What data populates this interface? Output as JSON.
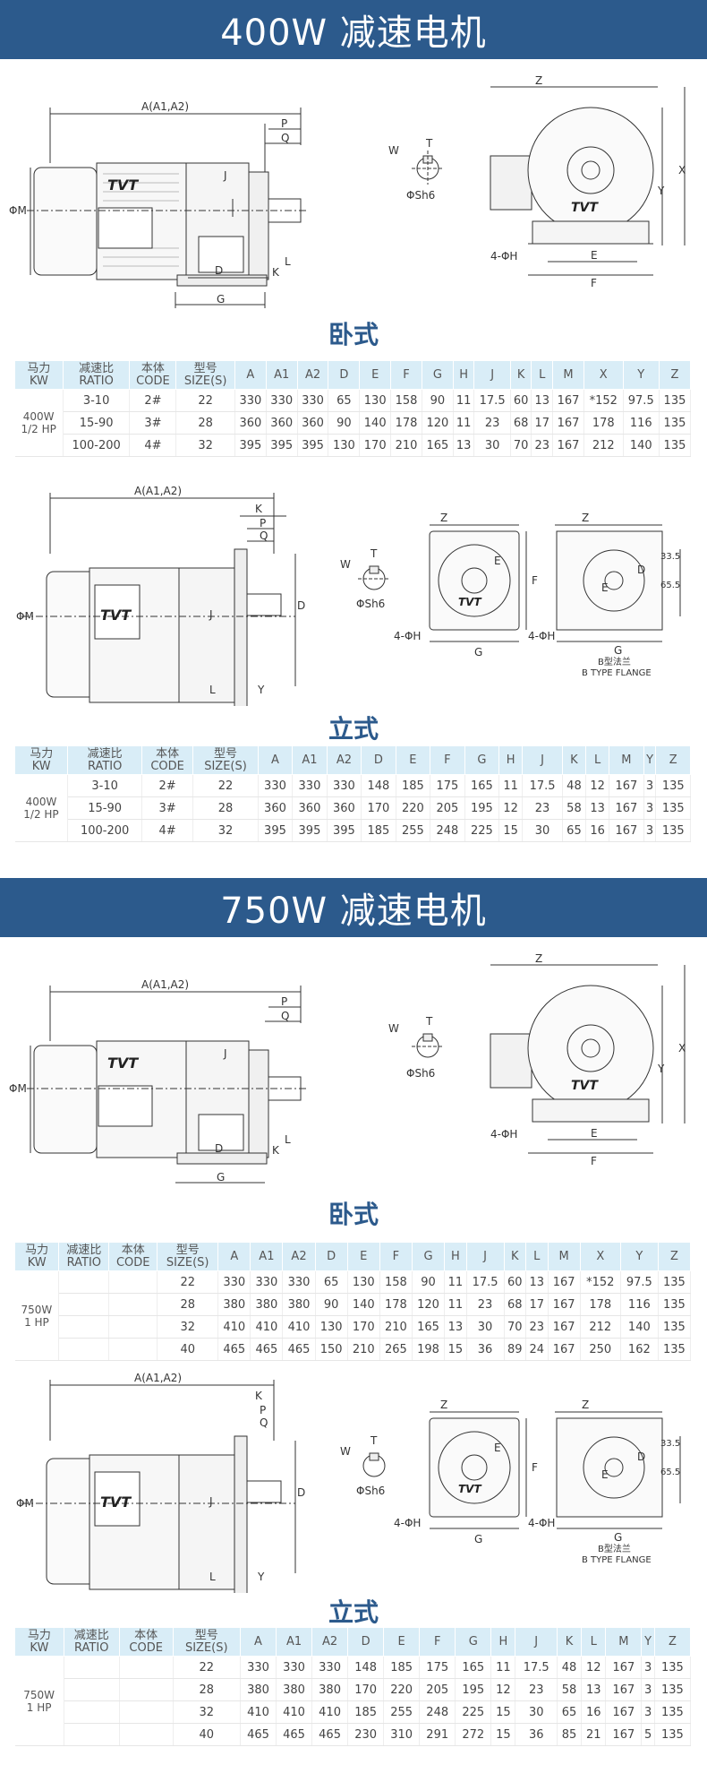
{
  "section1": {
    "title": "400W 减速电机",
    "horizontal": {
      "subtitle": "卧式",
      "headers": [
        "马力\nKW",
        "减速比\nRATIO",
        "本体\nCODE",
        "型号\nSIZE(S)",
        "A",
        "A1",
        "A2",
        "D",
        "E",
        "F",
        "G",
        "H",
        "J",
        "K",
        "L",
        "M",
        "X",
        "Y",
        "Z"
      ],
      "kw": "400W\n1/2 HP",
      "rows": [
        [
          "3-10",
          "2#",
          "22",
          "330",
          "330",
          "330",
          "65",
          "130",
          "158",
          "90",
          "11",
          "17.5",
          "60",
          "13",
          "167",
          "*152",
          "97.5",
          "135"
        ],
        [
          "15-90",
          "3#",
          "28",
          "360",
          "360",
          "360",
          "90",
          "140",
          "178",
          "120",
          "11",
          "23",
          "68",
          "17",
          "167",
          "178",
          "116",
          "135"
        ],
        [
          "100-200",
          "4#",
          "32",
          "395",
          "395",
          "395",
          "130",
          "170",
          "210",
          "165",
          "13",
          "30",
          "70",
          "23",
          "167",
          "212",
          "140",
          "135"
        ]
      ]
    },
    "vertical": {
      "subtitle": "立式",
      "headers": [
        "马力\nKW",
        "减速比\nRATIO",
        "本体\nCODE",
        "型号\nSIZE(S)",
        "A",
        "A1",
        "A2",
        "D",
        "E",
        "F",
        "G",
        "H",
        "J",
        "K",
        "L",
        "M",
        "Y",
        "Z"
      ],
      "kw": "400W\n1/2 HP",
      "rows": [
        [
          "3-10",
          "2#",
          "22",
          "330",
          "330",
          "330",
          "148",
          "185",
          "175",
          "165",
          "11",
          "17.5",
          "48",
          "12",
          "167",
          "3",
          "135"
        ],
        [
          "15-90",
          "3#",
          "28",
          "360",
          "360",
          "360",
          "170",
          "220",
          "205",
          "195",
          "12",
          "23",
          "58",
          "13",
          "167",
          "3",
          "135"
        ],
        [
          "100-200",
          "4#",
          "32",
          "395",
          "395",
          "395",
          "185",
          "255",
          "248",
          "225",
          "15",
          "30",
          "65",
          "16",
          "167",
          "3",
          "135"
        ]
      ]
    }
  },
  "section2": {
    "title": "750W 减速电机",
    "horizontal": {
      "subtitle": "卧式",
      "headers": [
        "马力\nKW",
        "减速比\nRATIO",
        "本体\nCODE",
        "型号\nSIZE(S)",
        "A",
        "A1",
        "A2",
        "D",
        "E",
        "F",
        "G",
        "H",
        "J",
        "K",
        "L",
        "M",
        "X",
        "Y",
        "Z"
      ],
      "kw": "750W\n1 HP",
      "rows": [
        [
          "",
          "",
          "22",
          "330",
          "330",
          "330",
          "65",
          "130",
          "158",
          "90",
          "11",
          "17.5",
          "60",
          "13",
          "167",
          "*152",
          "97.5",
          "135"
        ],
        [
          "",
          "",
          "28",
          "380",
          "380",
          "380",
          "90",
          "140",
          "178",
          "120",
          "11",
          "23",
          "68",
          "17",
          "167",
          "178",
          "116",
          "135"
        ],
        [
          "",
          "",
          "32",
          "410",
          "410",
          "410",
          "130",
          "170",
          "210",
          "165",
          "13",
          "30",
          "70",
          "23",
          "167",
          "212",
          "140",
          "135"
        ],
        [
          "",
          "",
          "40",
          "465",
          "465",
          "465",
          "150",
          "210",
          "265",
          "198",
          "15",
          "36",
          "89",
          "24",
          "167",
          "250",
          "162",
          "135"
        ]
      ]
    },
    "vertical": {
      "subtitle": "立式",
      "headers": [
        "马力\nKW",
        "减速比\nRATIO",
        "本体\nCODE",
        "型号\nSIZE(S)",
        "A",
        "A1",
        "A2",
        "D",
        "E",
        "F",
        "G",
        "H",
        "J",
        "K",
        "L",
        "M",
        "Y",
        "Z"
      ],
      "kw": "750W\n1 HP",
      "rows": [
        [
          "",
          "",
          "22",
          "330",
          "330",
          "330",
          "148",
          "185",
          "175",
          "165",
          "11",
          "17.5",
          "48",
          "12",
          "167",
          "3",
          "135"
        ],
        [
          "",
          "",
          "28",
          "380",
          "380",
          "380",
          "170",
          "220",
          "205",
          "195",
          "12",
          "23",
          "58",
          "13",
          "167",
          "3",
          "135"
        ],
        [
          "",
          "",
          "32",
          "410",
          "410",
          "410",
          "185",
          "255",
          "248",
          "225",
          "15",
          "30",
          "65",
          "16",
          "167",
          "3",
          "135"
        ],
        [
          "",
          "",
          "40",
          "465",
          "465",
          "465",
          "230",
          "310",
          "291",
          "272",
          "15",
          "36",
          "85",
          "21",
          "167",
          "5",
          "135"
        ]
      ]
    }
  },
  "labels": {
    "brand": "TVT",
    "a_dim": "A(A1,A2)",
    "p": "P",
    "q": "Q",
    "j": "J",
    "d": "D",
    "k": "K",
    "l": "L",
    "g": "G",
    "phi_m": "ΦM",
    "w": "W",
    "t": "T",
    "phi_s": "ΦSh6",
    "z": "Z",
    "x": "X",
    "y": "Y",
    "e": "E",
    "f": "F",
    "four_phi_h": "4-ΦH",
    "dim_335": "33.5",
    "dim_655": "65.5",
    "b_flange_cn": "B型法兰",
    "b_flange_en": "B TYPE FLANGE"
  }
}
